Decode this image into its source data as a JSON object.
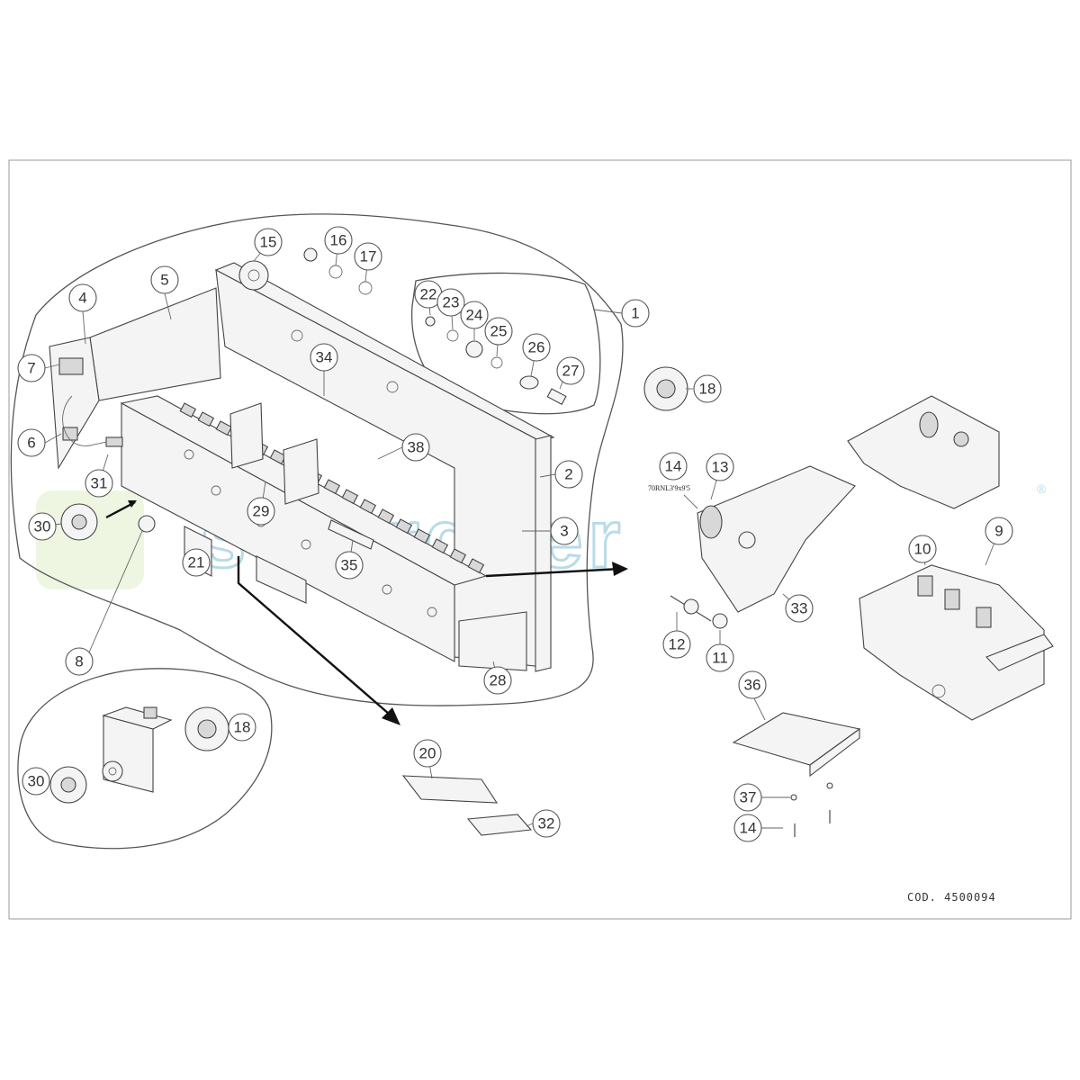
{
  "watermark": {
    "text": "sefarguer",
    "symbol": "®",
    "color": "#b9dbe8"
  },
  "document_code": "COD. 4500094",
  "annotation_spec": "70RNL3'9x9'5",
  "callouts": {
    "c1": "1",
    "c2": "2",
    "c3": "3",
    "c4": "4",
    "c5": "5",
    "c6": "6",
    "c7": "7",
    "c8": "8",
    "c9": "9",
    "c10": "10",
    "c11": "11",
    "c12": "12",
    "c13": "13",
    "c14a": "14",
    "c14b": "14",
    "c15": "15",
    "c16": "16",
    "c17": "17",
    "c18a": "18",
    "c18b": "18",
    "c20": "20",
    "c21": "21",
    "c22": "22",
    "c23": "23",
    "c24": "24",
    "c25": "25",
    "c26": "26",
    "c27": "27",
    "c28": "28",
    "c29": "29",
    "c30a": "30",
    "c30b": "30",
    "c31": "31",
    "c32": "32",
    "c33": "33",
    "c34": "34",
    "c35": "35",
    "c36": "36",
    "c37": "37",
    "c38": "38"
  }
}
